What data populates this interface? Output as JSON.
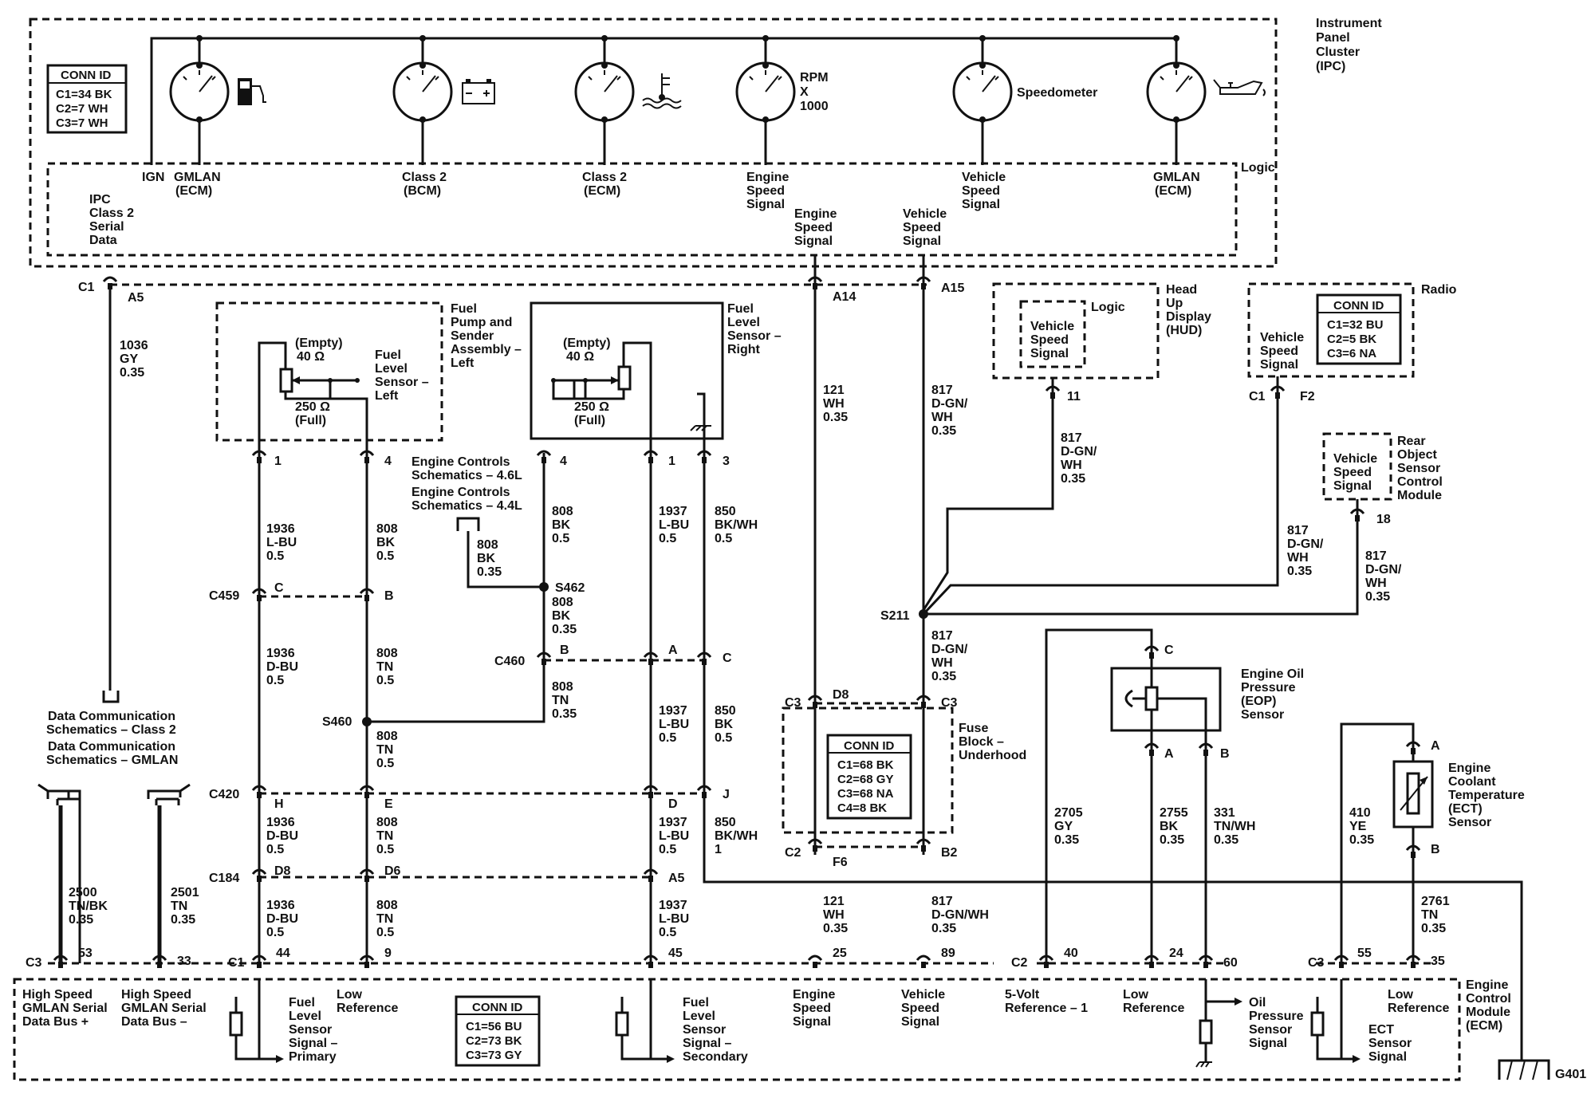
{
  "modules": {
    "ipc": {
      "name": [
        "Instrument",
        "Panel",
        "Cluster",
        "(IPC)"
      ],
      "logic": "Logic",
      "conn_id": {
        "title": "CONN ID",
        "lines": [
          "C1=34 BK",
          "C2=7 WH",
          "C3=7 WH"
        ]
      },
      "gauges": {
        "rpm": [
          "RPM",
          "X",
          "1000"
        ],
        "speedometer": "Speedometer"
      },
      "inputs": {
        "ign": "IGN",
        "gmlan_ecm_1": [
          "GMLAN",
          "(ECM)"
        ],
        "class2_bcm": [
          "Class 2",
          "(BCM)"
        ],
        "class2_ecm": [
          "Class 2",
          "(ECM)"
        ],
        "engine_speed": [
          "Engine",
          "Speed",
          "Signal"
        ],
        "vehicle_speed": [
          "Vehicle",
          "Speed",
          "Signal"
        ],
        "gmlan_ecm_2": [
          "GMLAN",
          "(ECM)"
        ],
        "ipc_class2": [
          "IPC",
          "Class 2",
          "Serial",
          "Data"
        ],
        "engine_speed_out": [
          "Engine",
          "Speed",
          "Signal"
        ],
        "vehicle_speed_out": [
          "Vehicle",
          "Speed",
          "Signal"
        ]
      }
    },
    "fuel_left": {
      "name": [
        "Fuel",
        "Pump and",
        "Sender",
        "Assembly –",
        "Left"
      ],
      "empty": "(Empty)",
      "ohm40": "40 Ω",
      "full_ohm": "250 Ω",
      "full": "(Full)",
      "sensor": [
        "Fuel",
        "Level",
        "Sensor –",
        "Left"
      ]
    },
    "fuel_right": {
      "name": [
        "Fuel",
        "Level",
        "Sensor –",
        "Right"
      ],
      "empty": "(Empty)",
      "ohm40": "40 Ω",
      "full_ohm": "250 Ω",
      "full": "(Full)"
    },
    "hud": {
      "name": [
        "Head",
        "Up",
        "Display",
        "(HUD)"
      ],
      "logic": "Logic",
      "signal": [
        "Vehicle",
        "Speed",
        "Signal"
      ]
    },
    "radio": {
      "name": "Radio",
      "signal": [
        "Vehicle",
        "Speed",
        "Signal"
      ],
      "conn_id": {
        "title": "CONN ID",
        "lines": [
          "C1=32 BU",
          "C2=5 BK",
          "C3=6 NA"
        ]
      }
    },
    "rear_object": {
      "name": [
        "Rear",
        "Object",
        "Sensor",
        "Control",
        "Module"
      ],
      "signal": [
        "Vehicle",
        "Speed",
        "Signal"
      ]
    },
    "eop": {
      "name": [
        "Engine Oil",
        "Pressure",
        "(EOP)",
        "Sensor"
      ]
    },
    "ect": {
      "name": [
        "Engine",
        "Coolant",
        "Temperature",
        "(ECT)",
        "Sensor"
      ]
    },
    "fuse_block": {
      "name": [
        "Fuse",
        "Block –",
        "Underhood"
      ],
      "conn_id": {
        "title": "CONN ID",
        "lines": [
          "C1=68 BK",
          "C2=68 GY",
          "C3=68 NA",
          "C4=8 BK"
        ]
      }
    },
    "ecm": {
      "name": [
        "Engine",
        "Control",
        "Module",
        "(ECM)"
      ],
      "conn_id": {
        "title": "CONN ID",
        "lines": [
          "C1=56 BU",
          "C2=73 BK",
          "C3=73 GY"
        ]
      },
      "terminals": {
        "hs_plus": [
          "High Speed",
          "GMLAN Serial",
          "Data Bus +"
        ],
        "hs_minus": [
          "High Speed",
          "GMLAN Serial",
          "Data Bus –"
        ],
        "fuel_primary": [
          "Fuel",
          "Level",
          "Sensor",
          "Signal –",
          "Primary"
        ],
        "low_ref_1": [
          "Low",
          "Reference"
        ],
        "fuel_secondary": [
          "Fuel",
          "Level",
          "Sensor",
          "Signal –",
          "Secondary"
        ],
        "engine_speed": [
          "Engine",
          "Speed",
          "Signal"
        ],
        "vehicle_speed": [
          "Vehicle",
          "Speed",
          "Signal"
        ],
        "five_volt": [
          "5-Volt",
          "Reference – 1"
        ],
        "low_ref_2": [
          "Low",
          "Reference"
        ],
        "oil_pressure": [
          "Oil",
          "Pressure",
          "Sensor",
          "Signal"
        ],
        "ect_signal": [
          "ECT",
          "Sensor",
          "Signal"
        ],
        "low_ref_3": [
          "Low",
          "Reference"
        ]
      }
    }
  },
  "references": {
    "engine_controls": [
      "Engine Controls",
      "Schematics – 4.6L",
      "Engine Controls",
      "Schematics – 4.4L"
    ],
    "data_comm": [
      "Data Communication",
      "Schematics – Class 2",
      "Data Communication",
      "Schematics – GMLAN"
    ]
  },
  "wires": {
    "w1036": [
      "1036",
      "GY",
      "0.35"
    ],
    "w121a": [
      "121",
      "WH",
      "0.35"
    ],
    "w817a": [
      "817",
      "D-GN/",
      "WH",
      "0.35"
    ],
    "w817hud": [
      "817",
      "D-GN/",
      "WH",
      "0.35"
    ],
    "w817radio": [
      "817",
      "D-GN/",
      "WH",
      "0.35"
    ],
    "w817rear": [
      "817",
      "D-GN/",
      "WH",
      "0.35"
    ],
    "w817b": [
      "817",
      "D-GN/",
      "WH",
      "0.35"
    ],
    "w817c": [
      "817",
      "D-GN/WH",
      "0.35"
    ],
    "w121b": [
      "121",
      "WH",
      "0.35"
    ],
    "w1936a": [
      "1936",
      "L-BU",
      "0.5"
    ],
    "w808a": [
      "808",
      "BK",
      "0.5"
    ],
    "w808s": [
      "808",
      "BK",
      "0.35"
    ],
    "w808b": [
      "808",
      "BK",
      "0.5"
    ],
    "w1937a": [
      "1937",
      "L-BU",
      "0.5"
    ],
    "w850a": [
      "850",
      "BK/WH",
      "0.5"
    ],
    "w808c": [
      "808",
      "BK",
      "0.35"
    ],
    "w1936b": [
      "1936",
      "D-BU",
      "0.5"
    ],
    "w808d": [
      "808",
      "TN",
      "0.5"
    ],
    "w808e": [
      "808",
      "TN",
      "0.35"
    ],
    "w1937b": [
      "1937",
      "L-BU",
      "0.5"
    ],
    "w850b": [
      "850",
      "BK",
      "0.5"
    ],
    "w808f": [
      "808",
      "TN",
      "0.5"
    ],
    "w1936c": [
      "1936",
      "D-BU",
      "0.5"
    ],
    "w808g": [
      "808",
      "TN",
      "0.5"
    ],
    "w1937c": [
      "1937",
      "L-BU",
      "0.5"
    ],
    "w850c": [
      "850",
      "BK/WH",
      "1"
    ],
    "w1936d": [
      "1936",
      "D-BU",
      "0.5"
    ],
    "w808h": [
      "808",
      "TN",
      "0.5"
    ],
    "w1937d": [
      "1937",
      "L-BU",
      "0.5"
    ],
    "w2500": [
      "2500",
      "TN/BK",
      "0.35"
    ],
    "w2501": [
      "2501",
      "TN",
      "0.35"
    ],
    "w2705": [
      "2705",
      "GY",
      "0.35"
    ],
    "w2755": [
      "2755",
      "BK",
      "0.35"
    ],
    "w331": [
      "331",
      "TN/WH",
      "0.35"
    ],
    "w410": [
      "410",
      "YE",
      "0.35"
    ],
    "w2761": [
      "2761",
      "TN",
      "0.35"
    ]
  },
  "connectors": {
    "ipc_c1": "C1",
    "ipc_a5": "A5",
    "ipc_a14": "A14",
    "ipc_a15": "A15",
    "fl_1": "1",
    "fl_4": "4",
    "fr_4": "4",
    "fr_1": "1",
    "fr_3": "3",
    "hud_11": "11",
    "radio_c1": "C1",
    "radio_f2": "F2",
    "rear_18": "18",
    "c459": "C459",
    "c459_c": "C",
    "c459_b": "B",
    "c460": "C460",
    "c460_b": "B",
    "c460_a": "A",
    "c460_c": "C",
    "c420": "C420",
    "c420_h": "H",
    "c420_e": "E",
    "c420_d": "D",
    "c420_j": "J",
    "c184": "C184",
    "c184_d8": "D8",
    "c184_d6": "D6",
    "c184_a5": "A5",
    "fb_c3": "C3",
    "fb_d8": "D8",
    "fb_c3b": "C3",
    "fb_c2": "C2",
    "fb_f6": "F6",
    "fb_b2": "B2",
    "eop_c": "C",
    "eop_a": "A",
    "eop_b": "B",
    "ect_a": "A",
    "ect_b": "B",
    "ecm_c3": "C3",
    "ecm_53": "53",
    "ecm_33": "33",
    "ecm_c1": "C1",
    "ecm_44": "44",
    "ecm_9": "9",
    "ecm_45": "45",
    "ecm_25": "25",
    "ecm_89": "89",
    "ecm_c2": "C2",
    "ecm_40": "40",
    "ecm_24": "24",
    "ecm_60": "60",
    "ecm_c3b": "C3",
    "ecm_55": "55",
    "ecm_35": "35"
  },
  "splices": {
    "s462": "S462",
    "s460": "S460",
    "s211": "S211"
  },
  "ground": "G401"
}
